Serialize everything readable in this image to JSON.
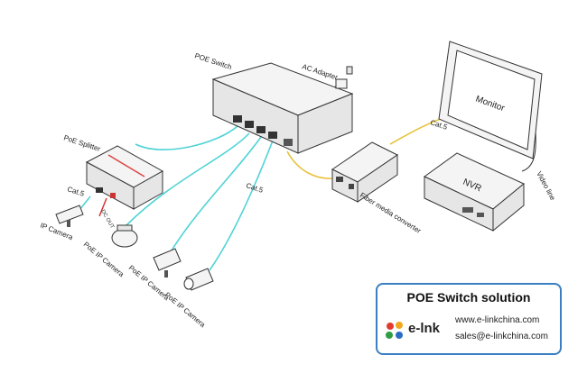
{
  "labels": {
    "poe_switch": "POE  Switch",
    "ac_adapter": "AC Adapter",
    "poe_splitter": "PoE Splitter",
    "dc_out": "DC OUT",
    "cat5_left": "Cat.5",
    "cat5_mid": "Cat.5",
    "cat5_right": "Cat.5",
    "ip_camera": "IP Camera",
    "poe_ip_camera_1": "PoE IP Camera",
    "poe_ip_camera_2": "PoE IP Camera",
    "poe_ip_camera_3": "PoE IP Camera",
    "fiber_media_converter": "Fiber media converter",
    "monitor": "Monitor",
    "nvr": "NVR",
    "video_line": "Video line"
  },
  "info_box": {
    "title": "POE Switch solution",
    "brand": "e-lnk",
    "website": "www.e-linkchina.com",
    "email": "sales@e-linkchina.com"
  },
  "colors": {
    "poe_cable": "#4fd3d6",
    "fiber_cable": "#e8c13a",
    "power_cable": "#d42a2a",
    "box_border": "#3a7fc1"
  }
}
